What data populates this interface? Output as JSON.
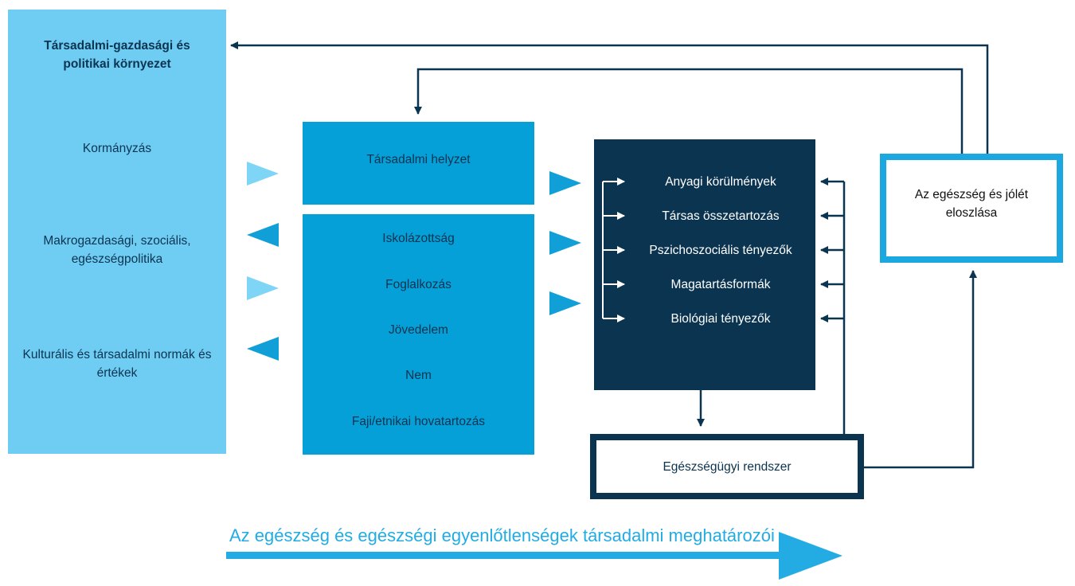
{
  "left_column": {
    "heading": "Társadalmi-gazdasági és politikai környezet",
    "items": [
      "Kormányzás",
      "Makrogazdasági, szociális, egészségpolitika",
      "Kulturális és társadalmi normák és értékek"
    ]
  },
  "social_position": {
    "title": "Társadalmi helyzet",
    "items": [
      "Iskolázottság",
      "Foglalkozás",
      "Jövedelem",
      "Nem",
      "Faji/etnikai hovatartozás"
    ]
  },
  "intermediary": {
    "items": [
      "Anyagi körülmények",
      "Társas összetartozás",
      "Pszichoszociális tényezők",
      "Magatartásformák",
      "Biológiai tényezők"
    ]
  },
  "health_system": {
    "label": "Egészségügyi rendszer"
  },
  "outcome": {
    "label": "Az egészség és jólét eloszlása"
  },
  "footer": {
    "label": "Az egészség és  egészségi egyenlőtlenségek társadalmi meghatározói"
  },
  "colors": {
    "light_blue": "#6fcdf4",
    "mid_blue": "#05a0d8",
    "dark_navy": "#0b3450",
    "accent_blue": "#22ace3",
    "arrow_light": "#7fd5f6",
    "arrow_mid": "#109fd6"
  }
}
